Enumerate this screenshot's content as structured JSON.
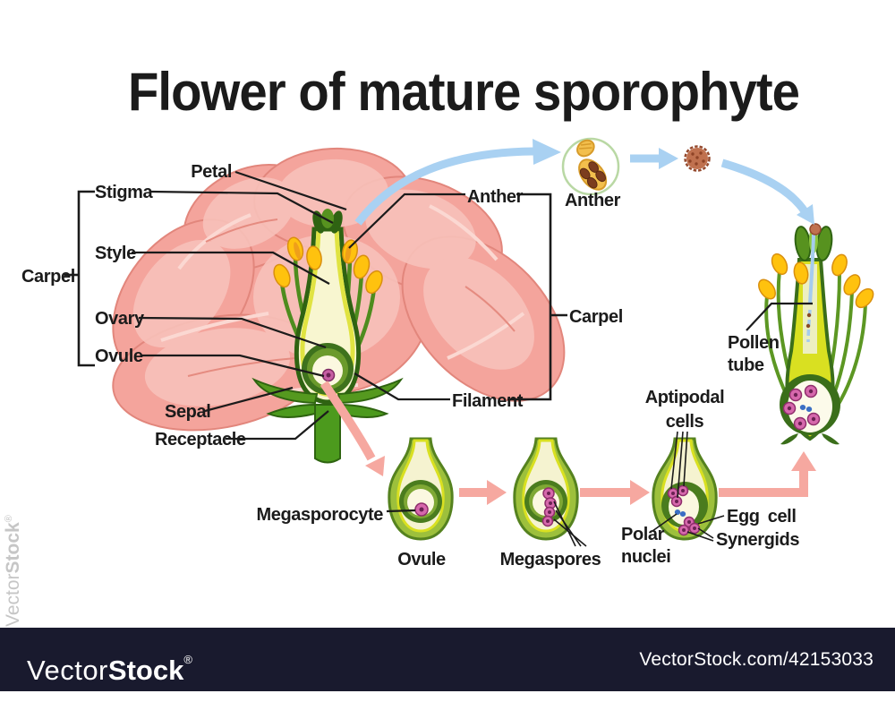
{
  "title": "Flower of mature sporophyte",
  "labels": {
    "petal": "Petal",
    "stigma": "Stigma",
    "style": "Style",
    "carpel_left": "Carpel",
    "ovary": "Ovary",
    "ovule": "Ovule",
    "sepal": "Sepal",
    "receptacle": "Receptacle",
    "anther": "Anther",
    "carpel_right": "Carpel",
    "filament": "Filament"
  },
  "cycle": {
    "anther_inset": "Anther",
    "pollen_tube_line1": "Pollen",
    "pollen_tube_line2": "tube"
  },
  "stages": {
    "megasporocyte": "Megasporocyte",
    "ovule_caption": "Ovule",
    "megaspores": "Megaspores",
    "aptipodal_line1": "Aptipodal",
    "aptipodal_line2": "cells",
    "egg_cell": "Egg cell",
    "synergids": "Synergids",
    "polar_line1": "Polar",
    "polar_line2": "nuclei"
  },
  "watermark": {
    "brand_vector": "Vector",
    "brand_stock": "Stock",
    "brand_reg": "®",
    "site": "VectorStock.com/42153033"
  },
  "colors": {
    "petal_pink": "#f4a49c",
    "leaf_green": "#55991f",
    "anther_yellow": "#ffc20e",
    "arrow_blue": "#a9d1f2",
    "arrow_pink": "#f6a8a0",
    "cell_pink": "#d668ac",
    "bar_background": "#191a2e"
  }
}
